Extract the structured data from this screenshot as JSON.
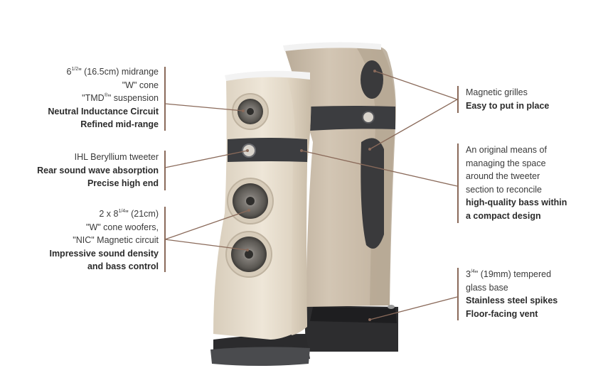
{
  "callouts": {
    "midrange": {
      "line1_pre": "6",
      "line1_sup": "1/2",
      "line1_post": "\" (16.5cm) midrange",
      "line2": "\"W\" cone",
      "line3_pre": "\"TMD",
      "line3_sup": "®",
      "line3_post": "\" suspension",
      "line4": "Neutral Inductance Circuit",
      "line5": "Refined mid-range"
    },
    "tweeter": {
      "line1": "IHL Beryllium tweeter",
      "line2": "Rear sound wave absorption",
      "line3": "Precise high end"
    },
    "woofers": {
      "line1_pre": "2 x 8",
      "line1_sup": "1/4",
      "line1_post": "\" (21cm)",
      "line2": "\"W\" cone woofers,",
      "line3": "\"NIC\" Magnetic circuit",
      "line4": "Impressive sound density",
      "line5": "and bass control"
    },
    "grilles": {
      "line1": "Magnetic grilles",
      "line2": "Easy to put in place"
    },
    "space": {
      "line1": "An original means of",
      "line2": "managing the space",
      "line3": "around the tweeter",
      "line4": "section to reconcile",
      "line5": "high-quality bass within",
      "line6": "a compact design"
    },
    "base": {
      "line1_pre": "3",
      "line1_sup": "/4",
      "line1_post": "\" (19mm) tempered",
      "line2": "glass base",
      "line3": "Stainless steel spikes",
      "line4": "Floor-facing vent"
    }
  },
  "colors": {
    "leader": "#8a6a5a",
    "lacquer": "#e7dccb",
    "wood": "#c9bba8",
    "band": "#3e3f42",
    "driver": "#6f6c68"
  }
}
